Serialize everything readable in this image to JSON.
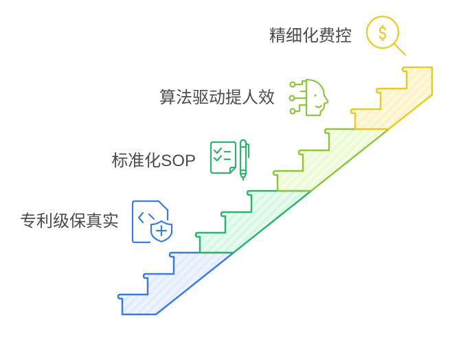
{
  "diagram": {
    "type": "staircase-progression",
    "steps": [
      {
        "label": "专利级保真实",
        "icon": "document-shield-icon",
        "color": "#3a7be0",
        "fill": "#e3edfc"
      },
      {
        "label": "标准化SOP",
        "icon": "checklist-pen-icon",
        "color": "#2db36b",
        "fill": "#d8f7e6"
      },
      {
        "label": "算法驱动提人效",
        "icon": "ai-head-icon",
        "color": "#8cc63f",
        "fill": "#eef9d5"
      },
      {
        "label": "精细化费控",
        "icon": "dollar-magnifier-icon",
        "color": "#e6cc22",
        "fill": "#fcf4c9"
      }
    ]
  }
}
